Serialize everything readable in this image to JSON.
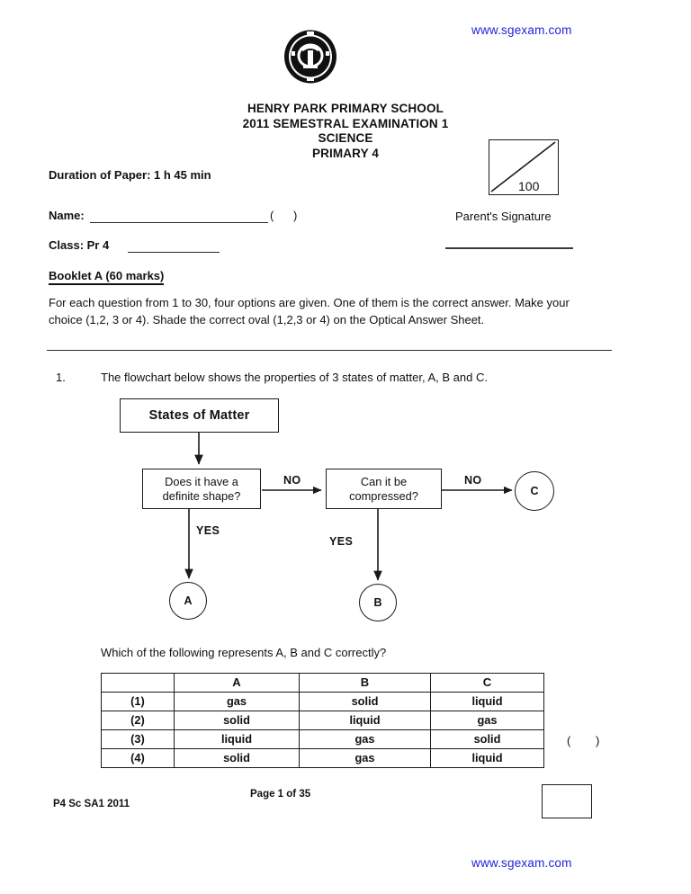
{
  "watermark": {
    "top": "www.sgexam.com",
    "bottom": "www.sgexam.com"
  },
  "header": {
    "logo_icon": "school-crest-icon",
    "school": "HENRY PARK PRIMARY SCHOOL",
    "exam": "2011 SEMESTRAL EXAMINATION 1",
    "subject": "SCIENCE",
    "level": "PRIMARY 4"
  },
  "marks_box": {
    "total": "100",
    "caption": "Parent's Signature"
  },
  "fields": {
    "duration": "Duration of Paper: 1 h 45 min",
    "name_label": "Name:",
    "name_value": "",
    "name_index_open": "(",
    "name_index_close": ")",
    "class_label": "Class: Pr 4",
    "class_value": ""
  },
  "booklet": {
    "heading": "Booklet A (60 marks)",
    "instructions": "For each question from 1 to 30, four options are given. One of them is the correct answer. Make your choice (1,2, 3 or 4). Shade the correct oval (1,2,3 or 4) on the Optical Answer Sheet."
  },
  "question": {
    "number": "1.",
    "stem": "The flowchart below shows the properties of 3 states of matter, A, B and C.",
    "sub_stem": "Which of the following represents A, B and C correctly?",
    "answer_blank_open": "(",
    "answer_blank_close": ")"
  },
  "flowchart": {
    "title": "States of Matter",
    "decision1": "Does it have a\ndefinite shape?",
    "decision1_line1": "Does it have a",
    "decision1_line2": "definite shape?",
    "decision2_line1": "Can it be",
    "decision2_line2": "compressed?",
    "no1": "NO",
    "no2": "NO",
    "yes1": "YES",
    "yes2": "YES",
    "node_a": "A",
    "node_b": "B",
    "node_c": "C"
  },
  "answer_table": {
    "columns": [
      "",
      "A",
      "B",
      "C"
    ],
    "rows": [
      {
        "option": "(1)",
        "a": "gas",
        "b": "solid",
        "c": "liquid"
      },
      {
        "option": "(2)",
        "a": "solid",
        "b": "liquid",
        "c": "gas"
      },
      {
        "option": "(3)",
        "a": "liquid",
        "b": "gas",
        "c": "solid"
      },
      {
        "option": "(4)",
        "a": "solid",
        "b": "gas",
        "c": "liquid"
      }
    ]
  },
  "footer": {
    "paper_code": "P4 Sc SA1 2011",
    "page": "Page 1 of 35"
  }
}
